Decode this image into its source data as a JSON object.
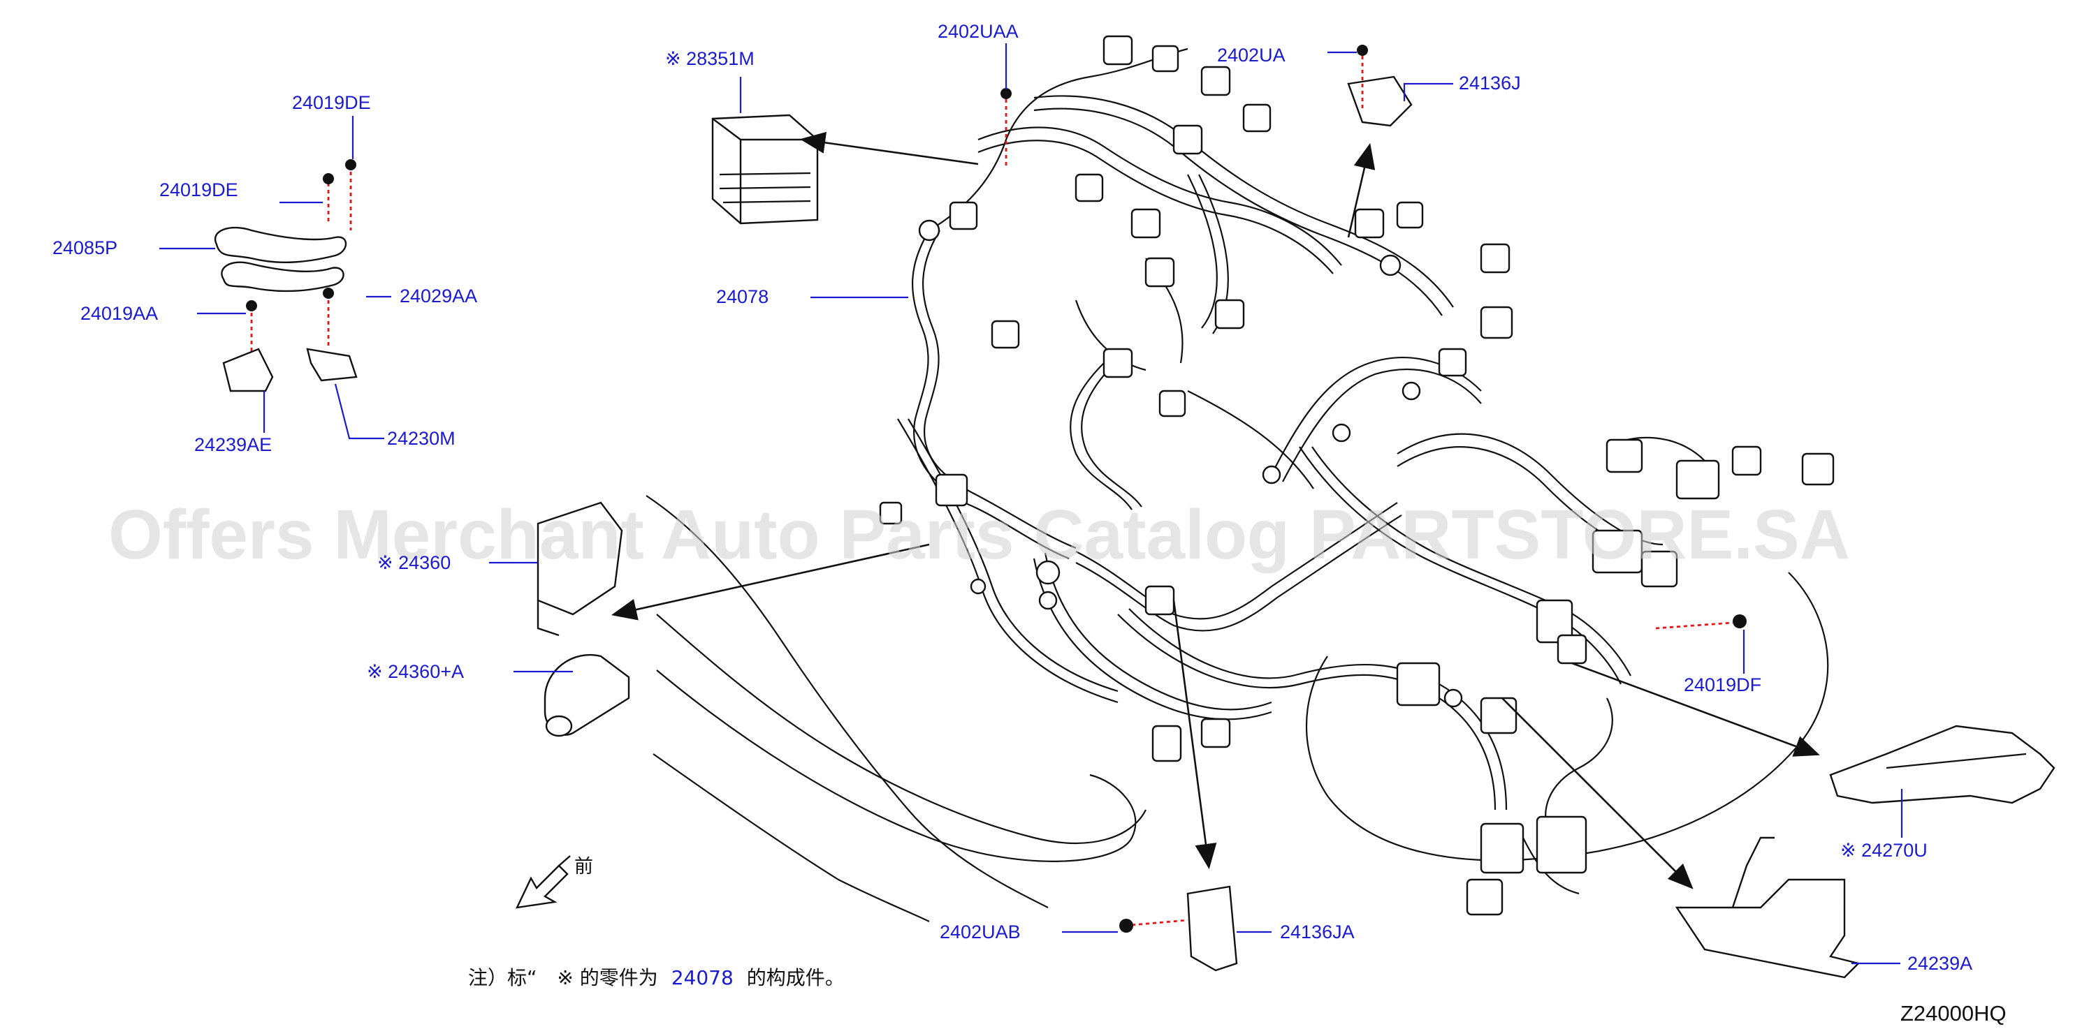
{
  "diagram": {
    "diagram_code": "Z24000HQ",
    "watermark_text": "Offers Merchant Auto Parts Catalog PARTSTORE.SA",
    "front_label": "前",
    "note": {
      "prefix": "注）标“",
      "mark": "※",
      "middle": "的零件为",
      "ref": "24078",
      "suffix": "的构成件。"
    },
    "callouts": [
      {
        "id": "28351M",
        "text": "28351M",
        "marked": true
      },
      {
        "id": "2402UAA",
        "text": "2402UAA",
        "marked": false
      },
      {
        "id": "2402UA",
        "text": "2402UA",
        "marked": false
      },
      {
        "id": "24136J",
        "text": "24136J",
        "marked": false
      },
      {
        "id": "24019DE-top",
        "text": "24019DE",
        "marked": false
      },
      {
        "id": "24019DE-left",
        "text": "24019DE",
        "marked": false
      },
      {
        "id": "24085P",
        "text": "24085P",
        "marked": false
      },
      {
        "id": "24078",
        "text": "24078",
        "marked": false
      },
      {
        "id": "24019AA",
        "text": "24019AA",
        "marked": false
      },
      {
        "id": "24029AA",
        "text": "24029AA",
        "marked": false
      },
      {
        "id": "24239AE",
        "text": "24239AE",
        "marked": false
      },
      {
        "id": "24230M",
        "text": "24230M",
        "marked": false
      },
      {
        "id": "24360",
        "text": "24360",
        "marked": true
      },
      {
        "id": "24360A",
        "text": "24360+A",
        "marked": true
      },
      {
        "id": "24019DF",
        "text": "24019DF",
        "marked": false
      },
      {
        "id": "24270U",
        "text": "24270U",
        "marked": true
      },
      {
        "id": "2402UAB",
        "text": "2402UAB",
        "marked": false
      },
      {
        "id": "24136JA",
        "text": "24136JA",
        "marked": false
      },
      {
        "id": "24239A",
        "text": "24239A",
        "marked": false
      }
    ]
  }
}
